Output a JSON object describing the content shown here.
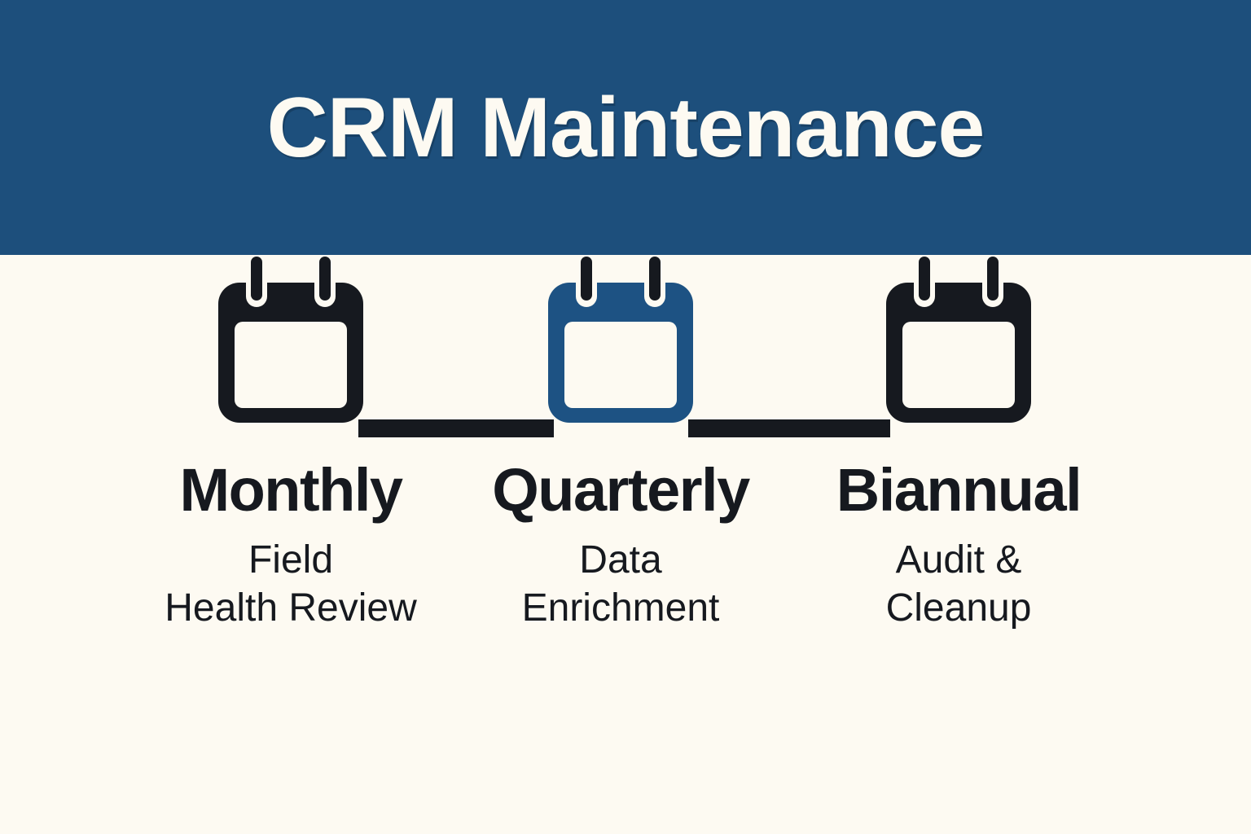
{
  "header": {
    "title": "CRM Maintenance",
    "background_color": "#1d4f7c",
    "text_color": "#fdfaf2"
  },
  "canvas": {
    "background_color": "#fdfaf2",
    "ink_color": "#16191f",
    "accent_color": "#1d4f7c"
  },
  "diagram": {
    "type": "horizontal-timeline",
    "connector_color": "#16191f",
    "nodes": [
      {
        "id": "monthly",
        "icon": "calendar-icon",
        "icon_style": "dark",
        "icon_fill": "#16191f",
        "title": "Monthly",
        "subtitle_lines": [
          "Field",
          "Health Review"
        ]
      },
      {
        "id": "quarterly",
        "icon": "calendar-icon",
        "icon_style": "accent",
        "icon_fill": "#1d5283",
        "title": "Quarterly",
        "subtitle_lines": [
          "Data",
          "Enrichment"
        ]
      },
      {
        "id": "biannual",
        "icon": "calendar-icon",
        "icon_style": "dark",
        "icon_fill": "#16191f",
        "title": "Biannual",
        "subtitle_lines": [
          "Audit &",
          "Cleanup"
        ]
      }
    ]
  }
}
